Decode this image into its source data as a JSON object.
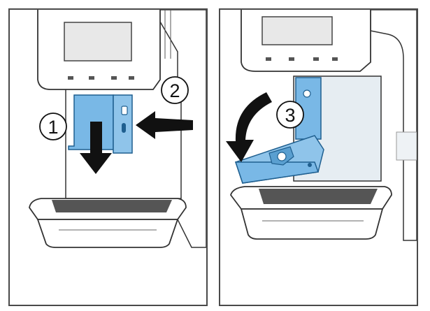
{
  "panels": [
    {
      "steps": [
        {
          "number": "1",
          "icon": "arrow-down-icon"
        },
        {
          "number": "2",
          "icon": "arrow-left-icon"
        }
      ]
    },
    {
      "steps": [
        {
          "number": "3",
          "icon": "curved-arrow-down-icon"
        }
      ]
    }
  ],
  "colors": {
    "part_fill": "#79b8e6",
    "part_stroke": "#1f5f8f",
    "machine_fill": "#ffffff",
    "machine_stroke": "#333333",
    "panel_border": "#4a4a4a",
    "arrow": "#111111",
    "shade": "#e6edf2"
  }
}
